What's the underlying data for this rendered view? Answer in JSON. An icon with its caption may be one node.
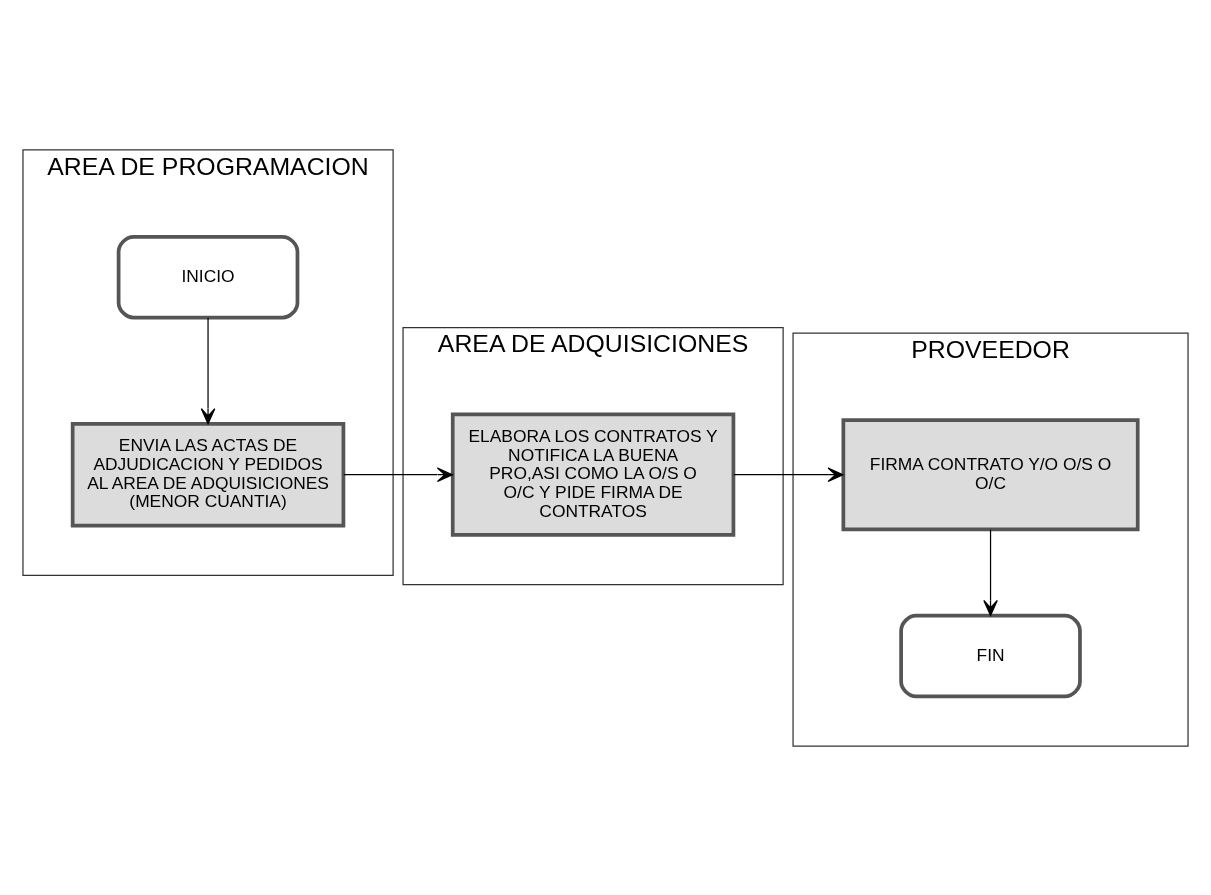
{
  "diagram": {
    "nodes": [
      {
        "text": [
          "AREA DE PROGRAMACION"
        ]
      },
      {
        "text": [
          "INICIO"
        ],
        "in": 0
      },
      {
        "text": [
          "ENVIA LAS ACTAS DE ADJUDICACION Y PEDIDOS AL AREA DE ADQUISICIONES (MENOR CUANTIA)"
        ],
        "in": 0
      },
      {
        "text": [
          "AREA DE ADQUISICIONES"
        ]
      },
      {
        "text": [
          "ELABORA LOS CONTRATOS Y NOTIFICA LA BUENA PRO,ASI COMO LA O/S O O/C Y PIDE FIRMA DE CONTRATOS"
        ],
        "in": 3
      },
      {
        "text": [
          "PROVEEDOR"
        ]
      },
      {
        "text": [
          "FIRMA CONTRATO Y/O O/S O O/C"
        ],
        "in": 5
      },
      {
        "text": [
          "FIN"
        ],
        "in": 5
      }
    ],
    "edges": [
      {
        "from": 1,
        "to": 2,
        "arrow": "to"
      },
      {
        "from": 2,
        "to": 4,
        "arrow": "to"
      },
      {
        "from": 4,
        "to": 6,
        "arrow": "to"
      },
      {
        "from": 6,
        "to": 7,
        "arrow": "to"
      }
    ]
  }
}
